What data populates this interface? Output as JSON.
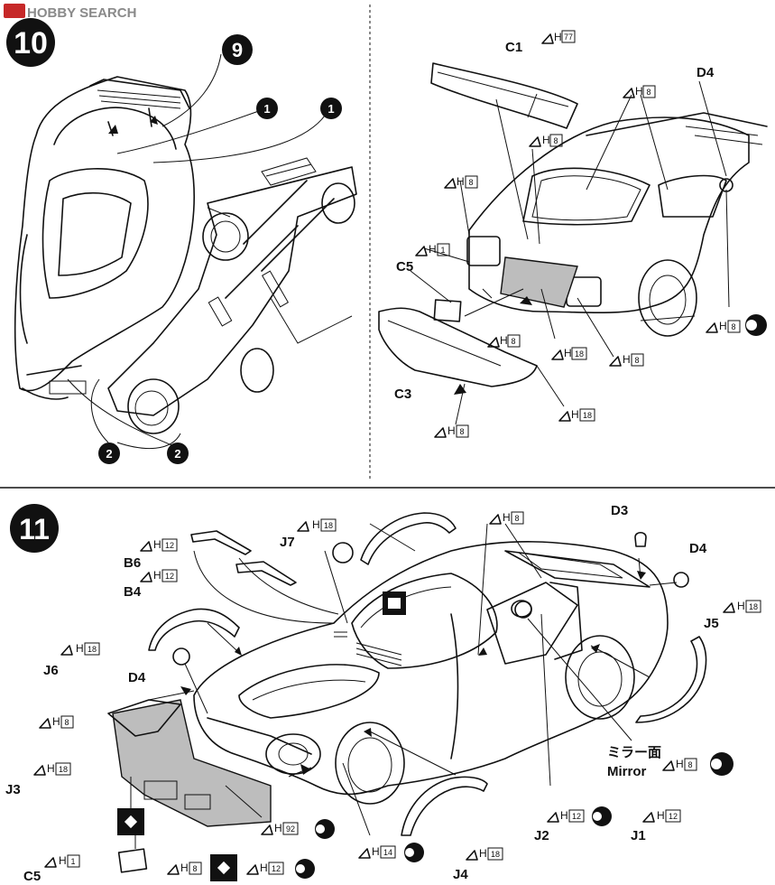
{
  "watermark": {
    "text": "HOBBY SEARCH"
  },
  "step10": {
    "number": "10",
    "left": {
      "callouts": {
        "a": "9",
        "b": "1",
        "c": "1",
        "d": "2",
        "e": "2"
      }
    },
    "right": {
      "labels": {
        "c1": "C1",
        "d4": "D4",
        "c5": "C5",
        "c3": "C3"
      },
      "paints": {
        "c1": "H",
        "c1_n": "77",
        "roof": "H",
        "roof_n": "8",
        "center": "H",
        "center_n": "8",
        "left": "H",
        "left_n": "8",
        "lamp": "H",
        "lamp_n": "1",
        "bumper_top": "H",
        "bumper_top_n": "8",
        "panel": "H",
        "panel_n": "18",
        "panel2": "H",
        "panel2_n": "8",
        "bumper_right": "H",
        "bumper_right_n": "18",
        "bumper_bottom": "H",
        "bumper_bottom_n": "8",
        "d4": "H",
        "d4_n": "8"
      }
    }
  },
  "step11": {
    "number": "11",
    "labels": {
      "j7": "J7",
      "b6": "B6",
      "b4": "B4",
      "j6": "J6",
      "d4": "D4",
      "j3": "J3",
      "c5": "C5",
      "d3": "D3",
      "d4r": "D4",
      "j5": "J5",
      "j2": "J2",
      "j1": "J1",
      "j4": "J4"
    },
    "paints": {
      "j7": "H",
      "j7_n": "18",
      "b6": "H",
      "b6_n": "12",
      "b4": "H",
      "b4_n": "12",
      "j6": "H",
      "j6_n": "18",
      "c_left": "H",
      "c_left_n": "8",
      "j3": "H",
      "j3_n": "18",
      "c5": "H",
      "c5_n": "1",
      "bottom_a": "H",
      "bottom_a_n": "8",
      "bottom_b": "H",
      "bottom_b_n": "12",
      "front": "H",
      "front_n": "92",
      "j4_left": "H",
      "j4_left_n": "14",
      "j4": "H",
      "j4_n": "18",
      "top": "H",
      "top_n": "8",
      "j5": "H",
      "j5_n": "18",
      "mirror": "H",
      "mirror_n": "8",
      "j2": "H",
      "j2_n": "12",
      "j1": "H",
      "j1_n": "12"
    },
    "mirror_jp": "ミラー面",
    "mirror_en": "Mirror"
  }
}
